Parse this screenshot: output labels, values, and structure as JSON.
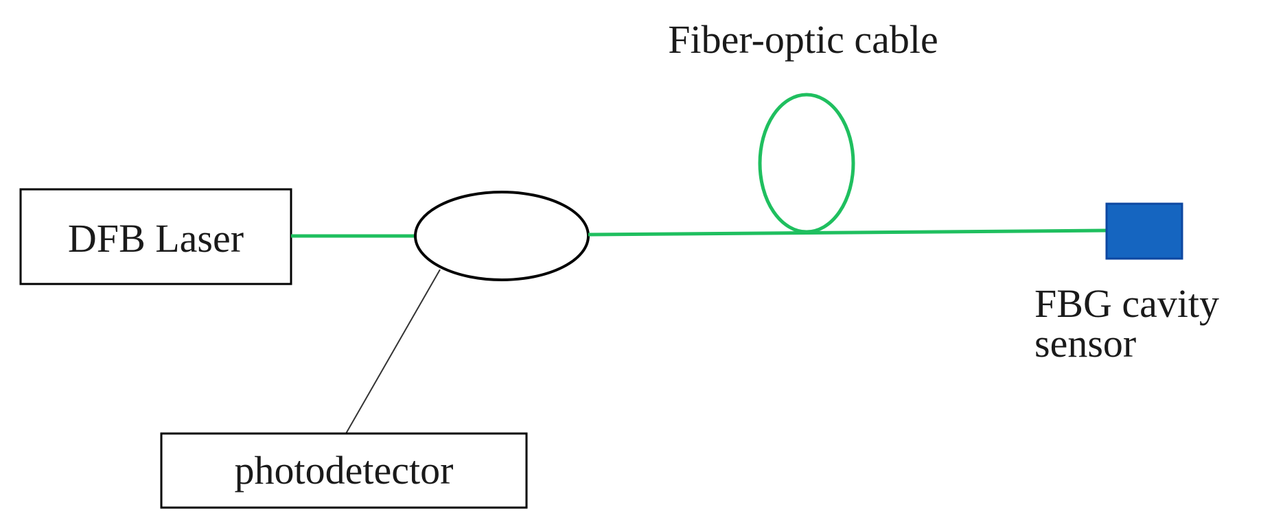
{
  "components": {
    "laser": {
      "label": "DFB Laser"
    },
    "photodetector": {
      "label": "photodetector"
    },
    "coupler": {
      "label": ""
    },
    "fiber_cable": {
      "label": "Fiber-optic cable"
    },
    "sensor": {
      "label_line1": "FBG cavity",
      "label_line2": "sensor"
    }
  },
  "colors": {
    "fiber": "#1fbf5f",
    "sensor_fill": "#1565c0",
    "sensor_stroke": "#0d47a1",
    "box_stroke": "#000000",
    "text": "#1a1a1a",
    "detector_line": "#333333"
  }
}
